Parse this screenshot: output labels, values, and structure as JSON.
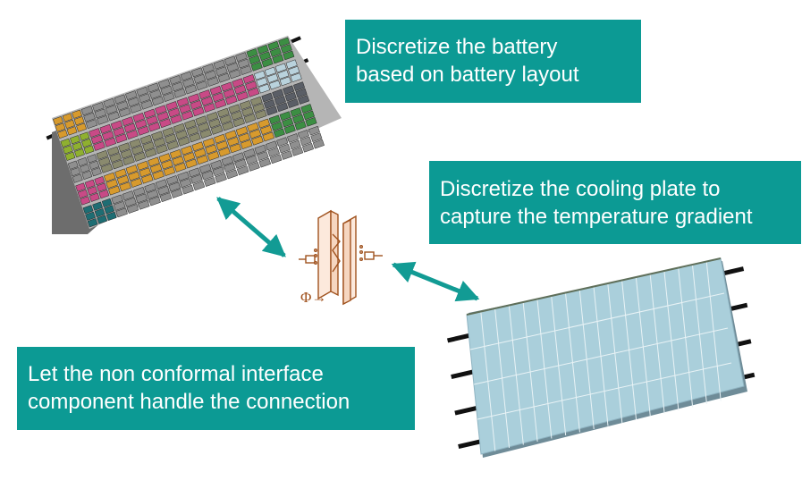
{
  "colors": {
    "callout_bg": "#0c9a94",
    "arrow": "#129b94",
    "battery_top_gray": "#b5b5b5",
    "module_gray": "#8f8f8f",
    "module_pink": "#c84a86",
    "module_olive": "#8a8a6e",
    "module_orange": "#d79a2d",
    "module_green": "#3c8e43",
    "module_teal": "#1e6d73",
    "module_lightblue": "#b9d2dc",
    "module_dark": "#5a5e66",
    "module_lime": "#8fb030",
    "plate_fill": "#aacfdb",
    "plate_grid": "#e9f3f6",
    "terminal": "#111111",
    "interface_outline": "#a0521e",
    "interface_fill": "#fce9dc"
  },
  "callouts": {
    "battery": {
      "line1": "Discretize the battery",
      "line2": "based on battery layout"
    },
    "cooling_plate": {
      "line1": "Discretize the cooling plate to",
      "line2": "capture the temperature gradient"
    },
    "interface": {
      "line1": "Let the non conformal interface",
      "line2": "component handle the connection"
    }
  },
  "interface_symbol": {
    "label": "Φ→"
  },
  "icons": {
    "left_arrow": "double-arrow-icon",
    "right_arrow": "double-arrow-icon",
    "interface": "non-conformal-interface-icon"
  }
}
